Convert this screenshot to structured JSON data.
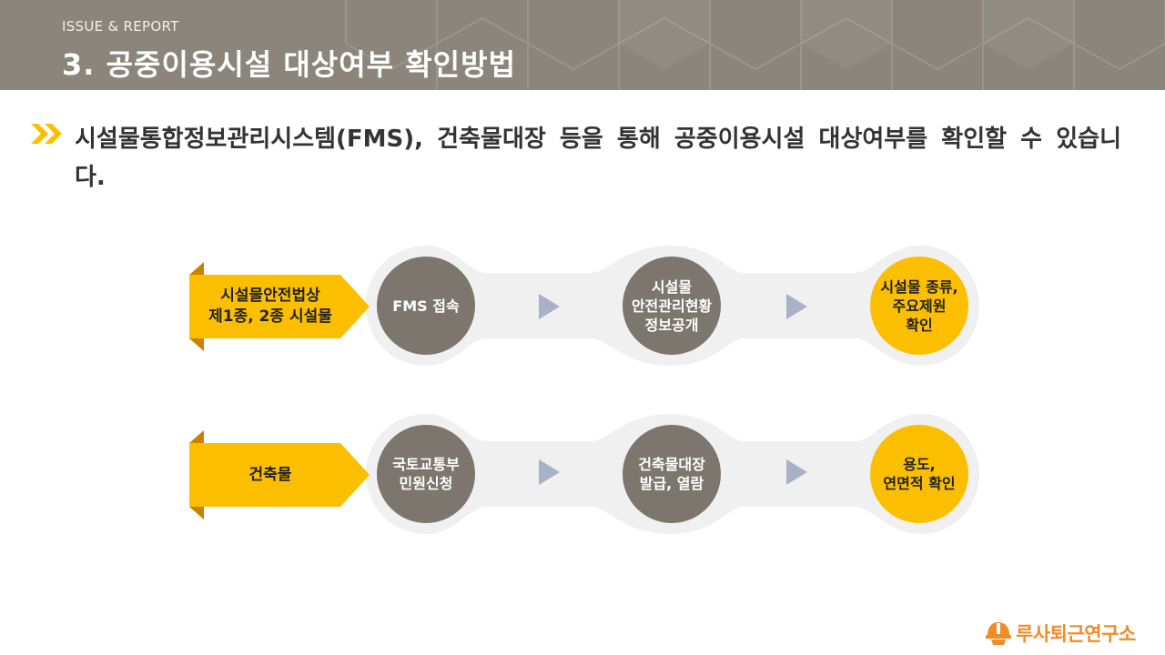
{
  "header": {
    "kicker": "ISSUE & REPORT",
    "title": "3. 공중이용시설 대상여부 확인방법"
  },
  "intro": {
    "text": "시설물통합정보관리시스템(FMS), 건축물대장 등을 통해 공중이용시설 대상여부를 확인할 수 있습니다."
  },
  "rows": [
    {
      "category": [
        "시설물안전법상",
        "제1종, 2종 시설물"
      ],
      "steps": [
        [
          "FMS 접속"
        ],
        [
          "시설물",
          "안전관리현황",
          "정보공개"
        ],
        [
          "시설물 종류,",
          "주요제원",
          "확인"
        ]
      ]
    },
    {
      "category": [
        "건축물"
      ],
      "steps": [
        [
          "국토교통부",
          "민원신청"
        ],
        [
          "건축물대장",
          "발급, 열람"
        ],
        [
          "용도,",
          "연면적 확인"
        ]
      ]
    }
  ],
  "logo": {
    "name": "루사퇴근연구소",
    "icon": "helmet-worker-icon"
  },
  "colors": {
    "header_bg": "#8b857c",
    "gold": "#fbbf00",
    "node_gray": "#7d766e",
    "arrow": "#a8b1c5",
    "logo": "#f08c28"
  }
}
